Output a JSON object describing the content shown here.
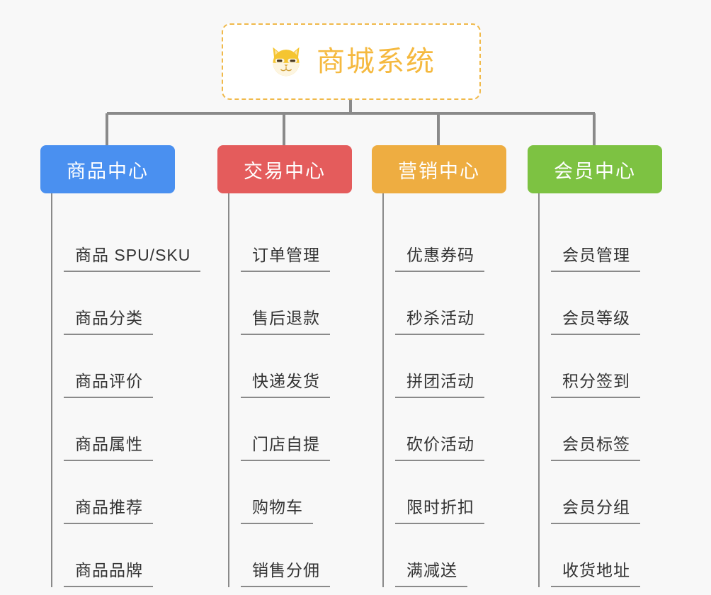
{
  "background_color": "#f8f8f8",
  "root": {
    "title": "商城系统",
    "icon": "shiba-dog-face-icon",
    "text_color": "#f5b93f",
    "border_color": "#f0b94a",
    "fill_color": "#ffffff"
  },
  "connector_color": "#8a8a8a",
  "branches": [
    {
      "label": "商品中心",
      "color": "#4a90f0",
      "items": [
        "商品 SPU/SKU",
        "商品分类",
        "商品评价",
        "商品属性",
        "商品推荐",
        "商品品牌"
      ]
    },
    {
      "label": "交易中心",
      "color": "#e45c5c",
      "items": [
        "订单管理",
        "售后退款",
        "快递发货",
        "门店自提",
        "购物车",
        "销售分佣"
      ]
    },
    {
      "label": "营销中心",
      "color": "#eead41",
      "items": [
        "优惠券码",
        "秒杀活动",
        "拼团活动",
        "砍价活动",
        "限时折扣",
        "满减送"
      ]
    },
    {
      "label": "会员中心",
      "color": "#78c martial"
    }
  ]
}
